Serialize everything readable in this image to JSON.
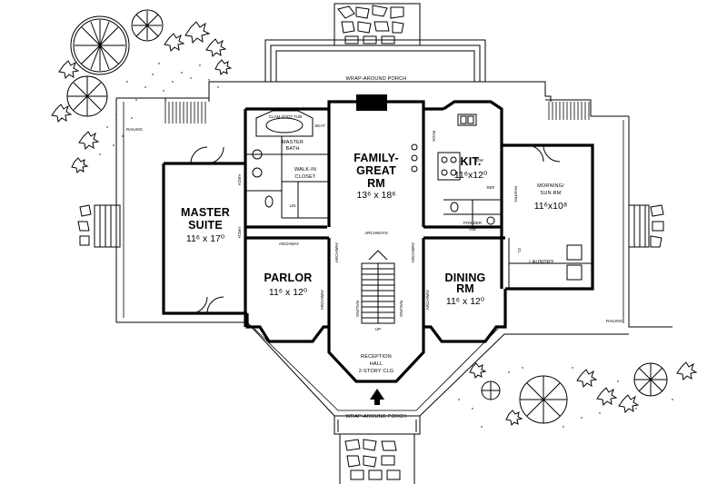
{
  "porch": {
    "top": "WRAP-AROUND PORCH",
    "bottom": "WRAP-AROUND PORCH"
  },
  "rooms": {
    "master_suite": {
      "name1": "MASTER",
      "name2": "SUITE",
      "dim": "11⁶ x 17⁰"
    },
    "family": {
      "name1": "FAMILY-",
      "name2": "GREAT",
      "name3": "RM",
      "dim": "13⁶ x 18⁶"
    },
    "kitchen": {
      "name": "KIT.",
      "dim": "11⁶x12⁰"
    },
    "morning": {
      "name1": "MORNING/",
      "name2": "SUN RM",
      "dim": "11⁶x10⁸"
    },
    "parlor": {
      "name": "PARLOR",
      "dim": "11⁶ x 12⁰"
    },
    "dining": {
      "name1": "DINING",
      "name2": "RM",
      "dim": "11⁶ x 12⁰"
    },
    "reception": {
      "name1": "RECEPTION",
      "name2": "HALL",
      "name3": "2-STORY CLG"
    }
  },
  "small_labels": {
    "clam_soot_tub": "CLAM SOOT TUB",
    "seat": "SEAT",
    "master_bath1": "MASTER",
    "master_bath2": "BATH",
    "walk_in1": "WALK-IN",
    "walk_in2": "CLOSET",
    "lin": "LIN",
    "arch_right_master": "ARCH",
    "arch_left_master": "ARCH",
    "archway_parlor": "ARCHWAY",
    "archways_center": "ARCHWAYS",
    "archway_left_v": "ARCHWAY",
    "archway_right_v": "ARCHWAY",
    "archway_parlor_v": "ARCHWAY",
    "archway_dining_v": "ARCHWAY",
    "powder1": "POWDER",
    "powder2": "RM",
    "pantry": "PANTRY",
    "laundry": "LAUNDRY",
    "railing_left": "RAILING",
    "railing_right": "RAILING",
    "rack": "RACK",
    "dw": "DW",
    "ref": "REF",
    "cl": "CL",
    "up": "UP",
    "railing_stair_l": "RAILING",
    "railing_stair_r": "RAILING"
  }
}
